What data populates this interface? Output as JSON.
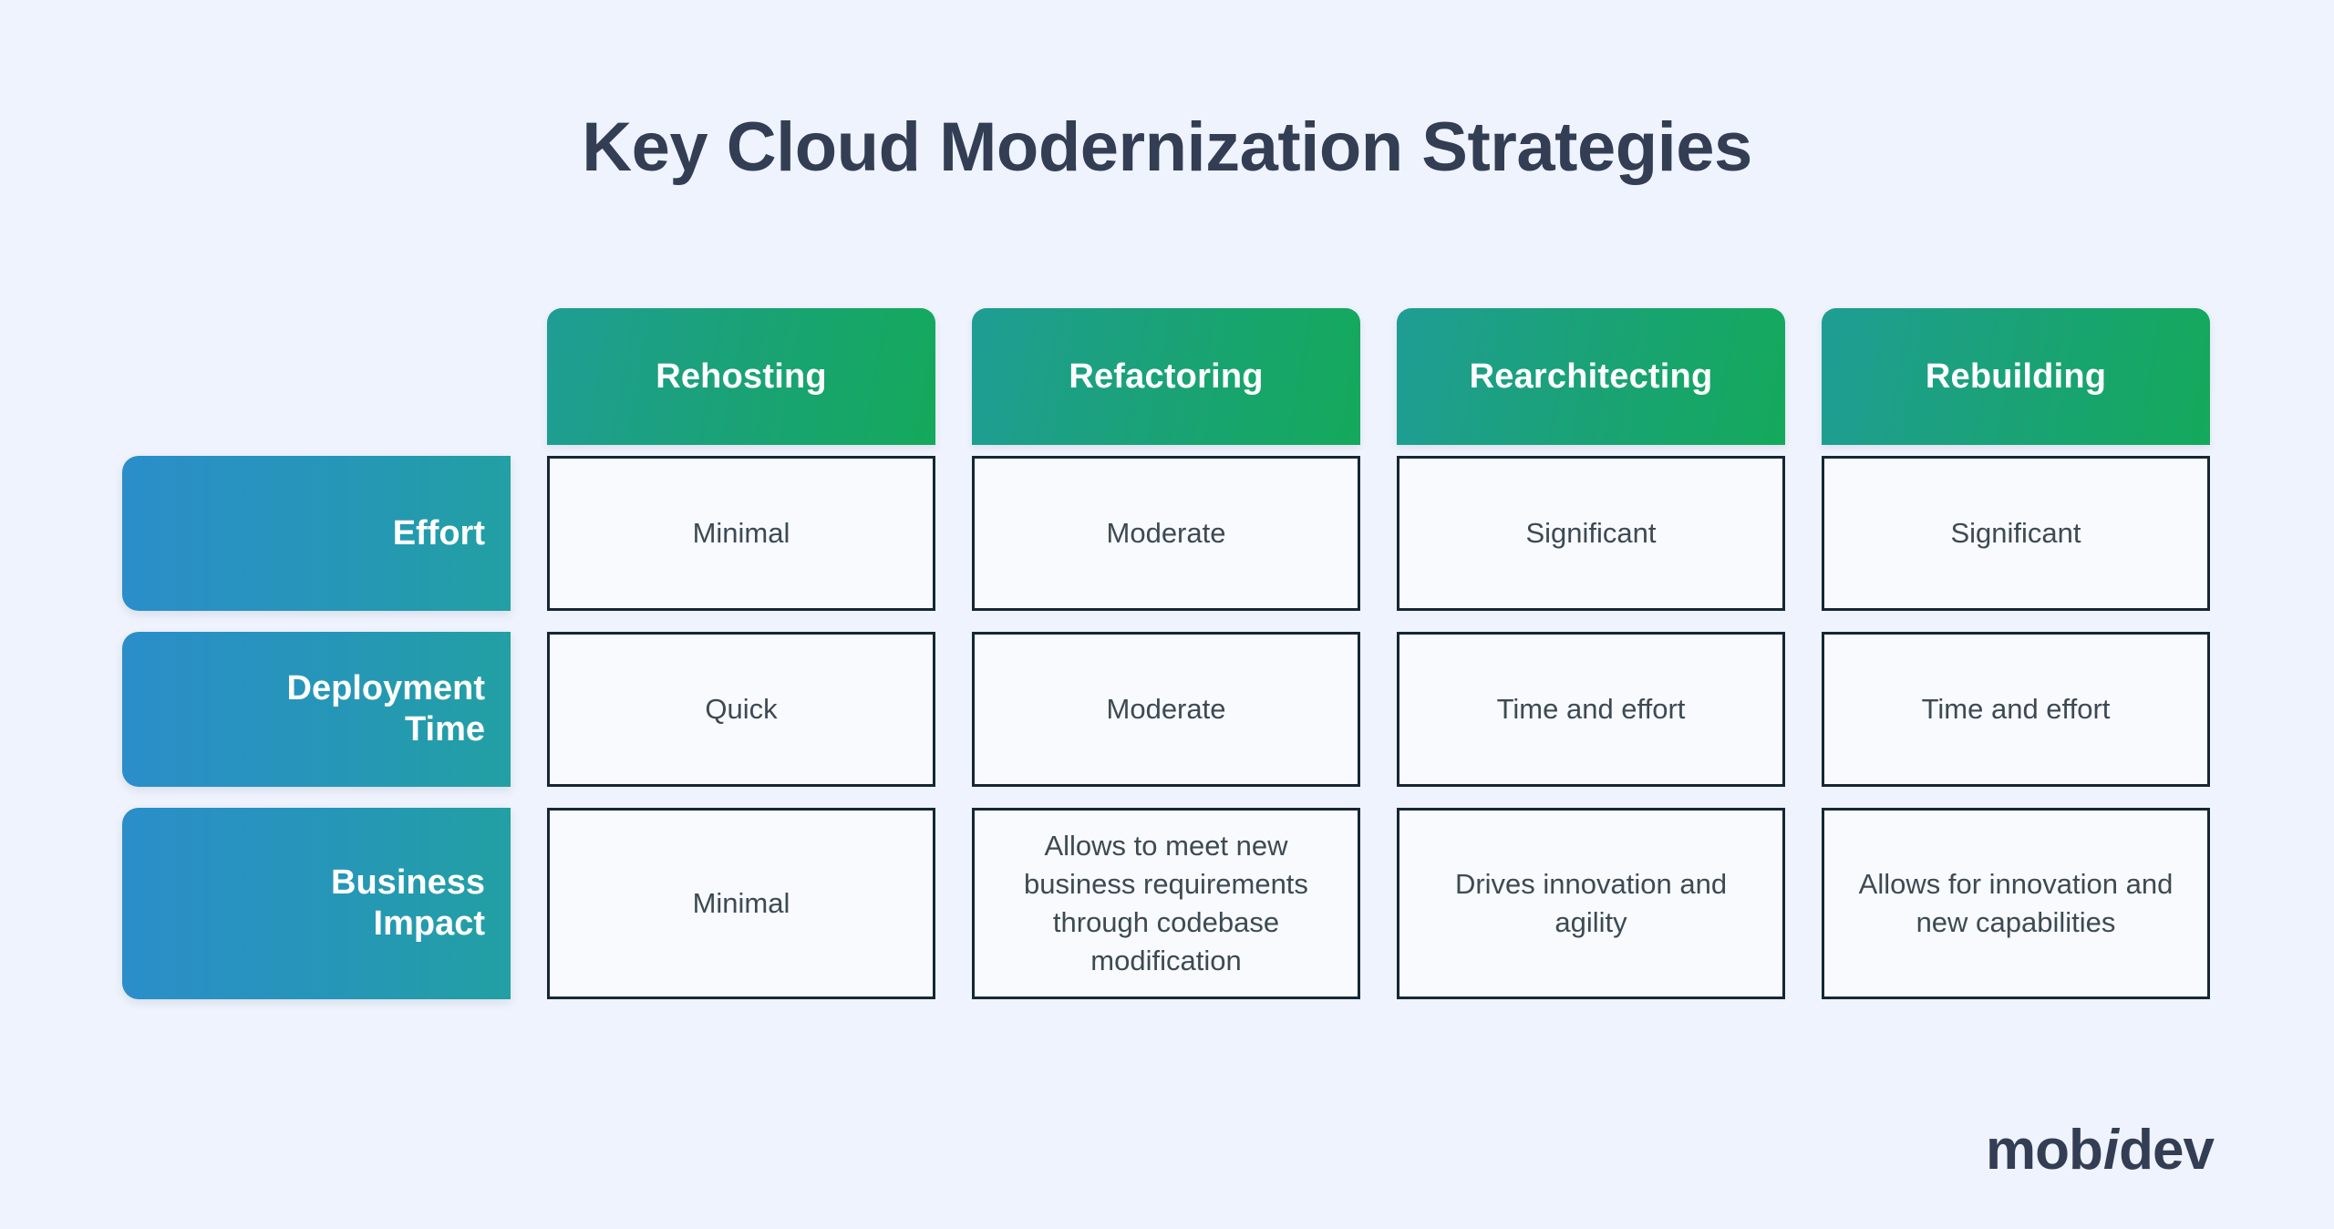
{
  "page": {
    "title": "Key Cloud Modernization Strategies",
    "background_color": "#eff3fd",
    "title_color": "#333e54"
  },
  "matrix": {
    "corner_label": "",
    "columns": [
      {
        "label": "Rehosting"
      },
      {
        "label": "Refactoring"
      },
      {
        "label": "Rearchitecting"
      },
      {
        "label": "Rebuilding"
      }
    ],
    "rows": [
      {
        "label_line1": "Effort",
        "label_line2": "",
        "cells": [
          "Minimal",
          "Moderate",
          "Significant",
          "Significant"
        ]
      },
      {
        "label_line1": "Deployment",
        "label_line2": "Time",
        "cells": [
          "Quick",
          "Moderate",
          "Time and effort",
          "Time and effort"
        ]
      },
      {
        "label_line1": "Business",
        "label_line2": "Impact",
        "cells": [
          "Minimal",
          "Allows to meet new business requirements through codebase modification",
          "Drives innovation and agility",
          "Allows for innovation and new capabilities"
        ]
      }
    ],
    "colors": {
      "column_header_gradient_start": "#1f9d94",
      "column_header_gradient_end": "#14a95b",
      "row_label_gradient_start": "#2b8ec9",
      "row_label_gradient_end": "#22a0a2",
      "cell_border": "#152736",
      "cell_background": "#f8fafd",
      "cell_text": "#3d4a54"
    }
  },
  "logo": {
    "part1": "mob",
    "slant": "i",
    "part2": "dev",
    "color": "#333e54"
  }
}
